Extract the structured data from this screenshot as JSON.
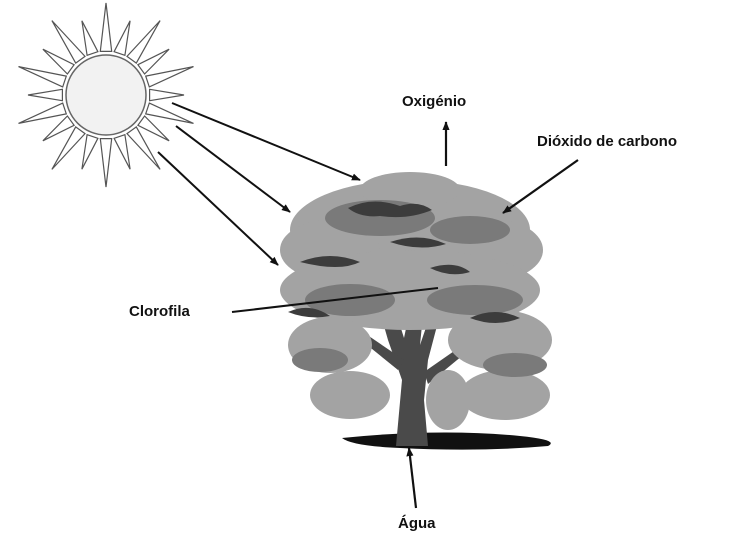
{
  "labels": {
    "oxygen": "Oxigénio",
    "carbon_dioxide": "Dióxido de carbono",
    "chlorophyll": "Clorofila",
    "water": "Água"
  },
  "icons": {
    "sun": "sun-icon",
    "tree": "tree-icon"
  },
  "colors": {
    "foliage_light": "#a3a3a3",
    "foliage_mid": "#7a7a7a",
    "foliage_dark": "#3c3c3c",
    "trunk": "#4a4a4a",
    "ink": "#111111"
  }
}
